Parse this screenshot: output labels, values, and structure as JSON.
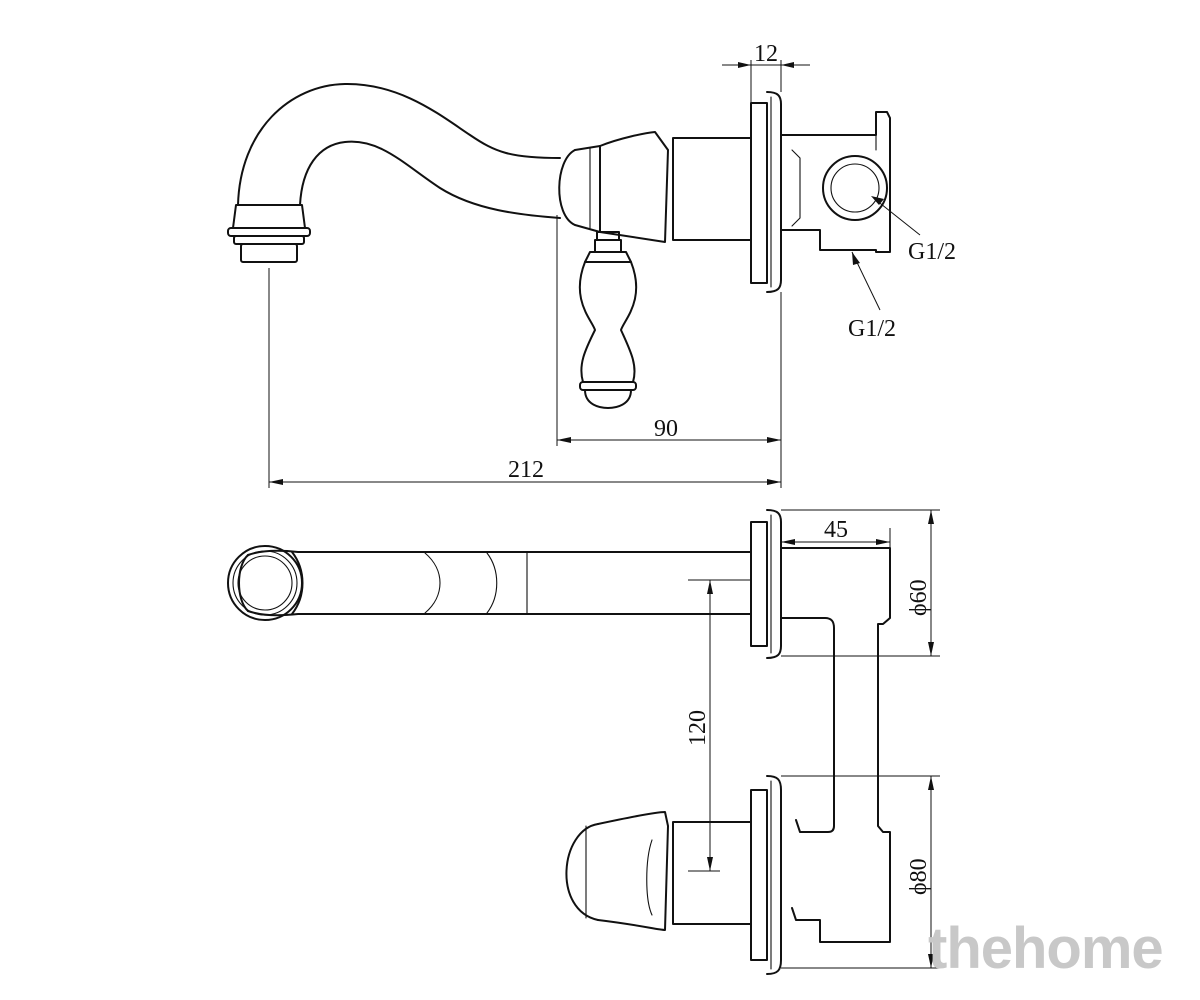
{
  "dimensions": {
    "flange_thickness": "12",
    "handle_projection": "90",
    "spout_reach": "212",
    "body_depth": "45",
    "upper_flange_diameter": "ϕ60",
    "lower_flange_diameter": "ϕ80",
    "center_distance": "120"
  },
  "threads": {
    "outlet_connection": "G1/2",
    "inlet_connection": "G1/2"
  },
  "watermark": "thehome",
  "colors": {
    "line": "#111111",
    "watermark": "#c8c8c8"
  }
}
